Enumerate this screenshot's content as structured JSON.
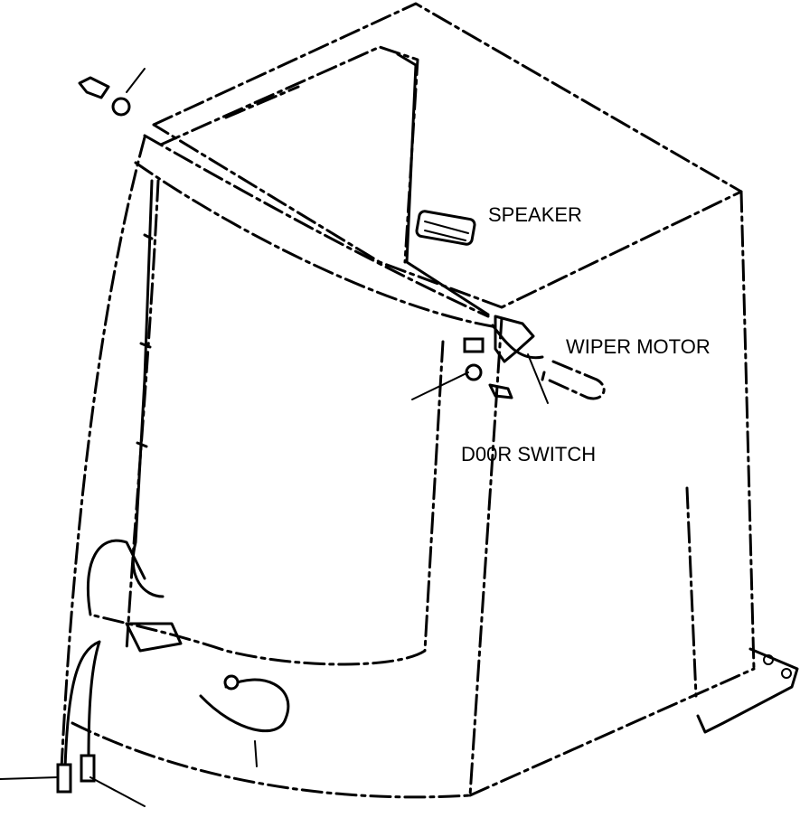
{
  "labels": {
    "speaker": "SPEAKER",
    "wiper_motor": "WIPER MOTOR",
    "door_switch": "D00R SWITCH"
  },
  "colors": {
    "line": "#000000",
    "background": "#ffffff"
  }
}
